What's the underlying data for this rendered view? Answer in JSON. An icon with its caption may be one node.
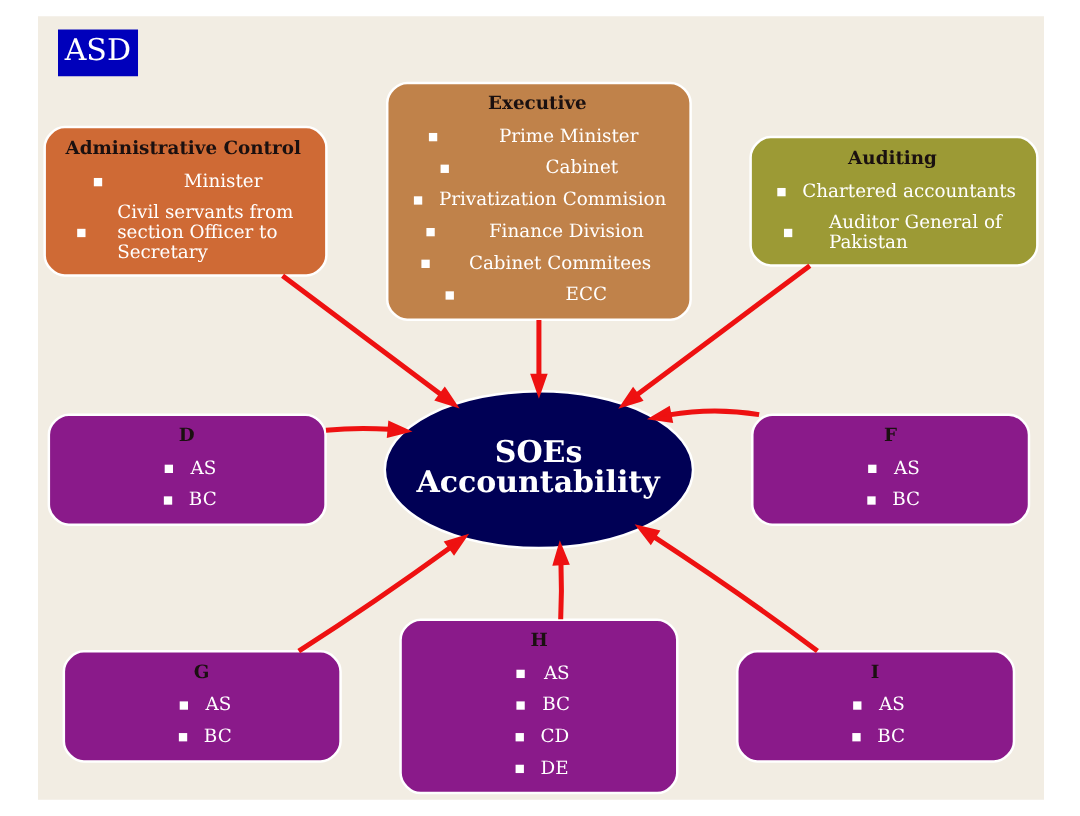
{
  "diagram": {
    "title": "ASD",
    "nodes": [
      {
        "text": [
          "Administrative Control",
          "Minister",
          "Civil servants from section Officer to Secretary"
        ]
      },
      {
        "text": [
          "Executive",
          "Prime Minister",
          "Cabinet",
          "Privatization Commision",
          "Finance Division",
          "Cabinet Commitees",
          "ECC"
        ]
      },
      {
        "text": [
          "Auditing",
          "Chartered accountants",
          "Auditor General of Pakistan"
        ]
      },
      {
        "text": [
          "D",
          "AS",
          "BC"
        ]
      },
      {
        "text": [
          "SOEs Accountability"
        ]
      },
      {
        "text": [
          "F",
          "AS",
          "BC"
        ]
      },
      {
        "text": [
          "G",
          "AS",
          "BC"
        ]
      },
      {
        "text": [
          "H",
          "AS",
          "BC",
          "CD",
          "DE"
        ]
      },
      {
        "text": [
          "I",
          "AS",
          "BC"
        ]
      }
    ],
    "edges": [
      {
        "from": 0,
        "to": 4,
        "arrow": "to"
      },
      {
        "from": 1,
        "to": 4,
        "arrow": "to"
      },
      {
        "from": 2,
        "to": 4,
        "arrow": "to"
      },
      {
        "from": 3,
        "to": 4,
        "arrow": "to"
      },
      {
        "from": 5,
        "to": 4,
        "arrow": "to"
      },
      {
        "from": 6,
        "to": 4,
        "arrow": "to"
      },
      {
        "from": 7,
        "to": 4,
        "arrow": "to"
      },
      {
        "from": 8,
        "to": 4,
        "arrow": "to"
      }
    ]
  }
}
